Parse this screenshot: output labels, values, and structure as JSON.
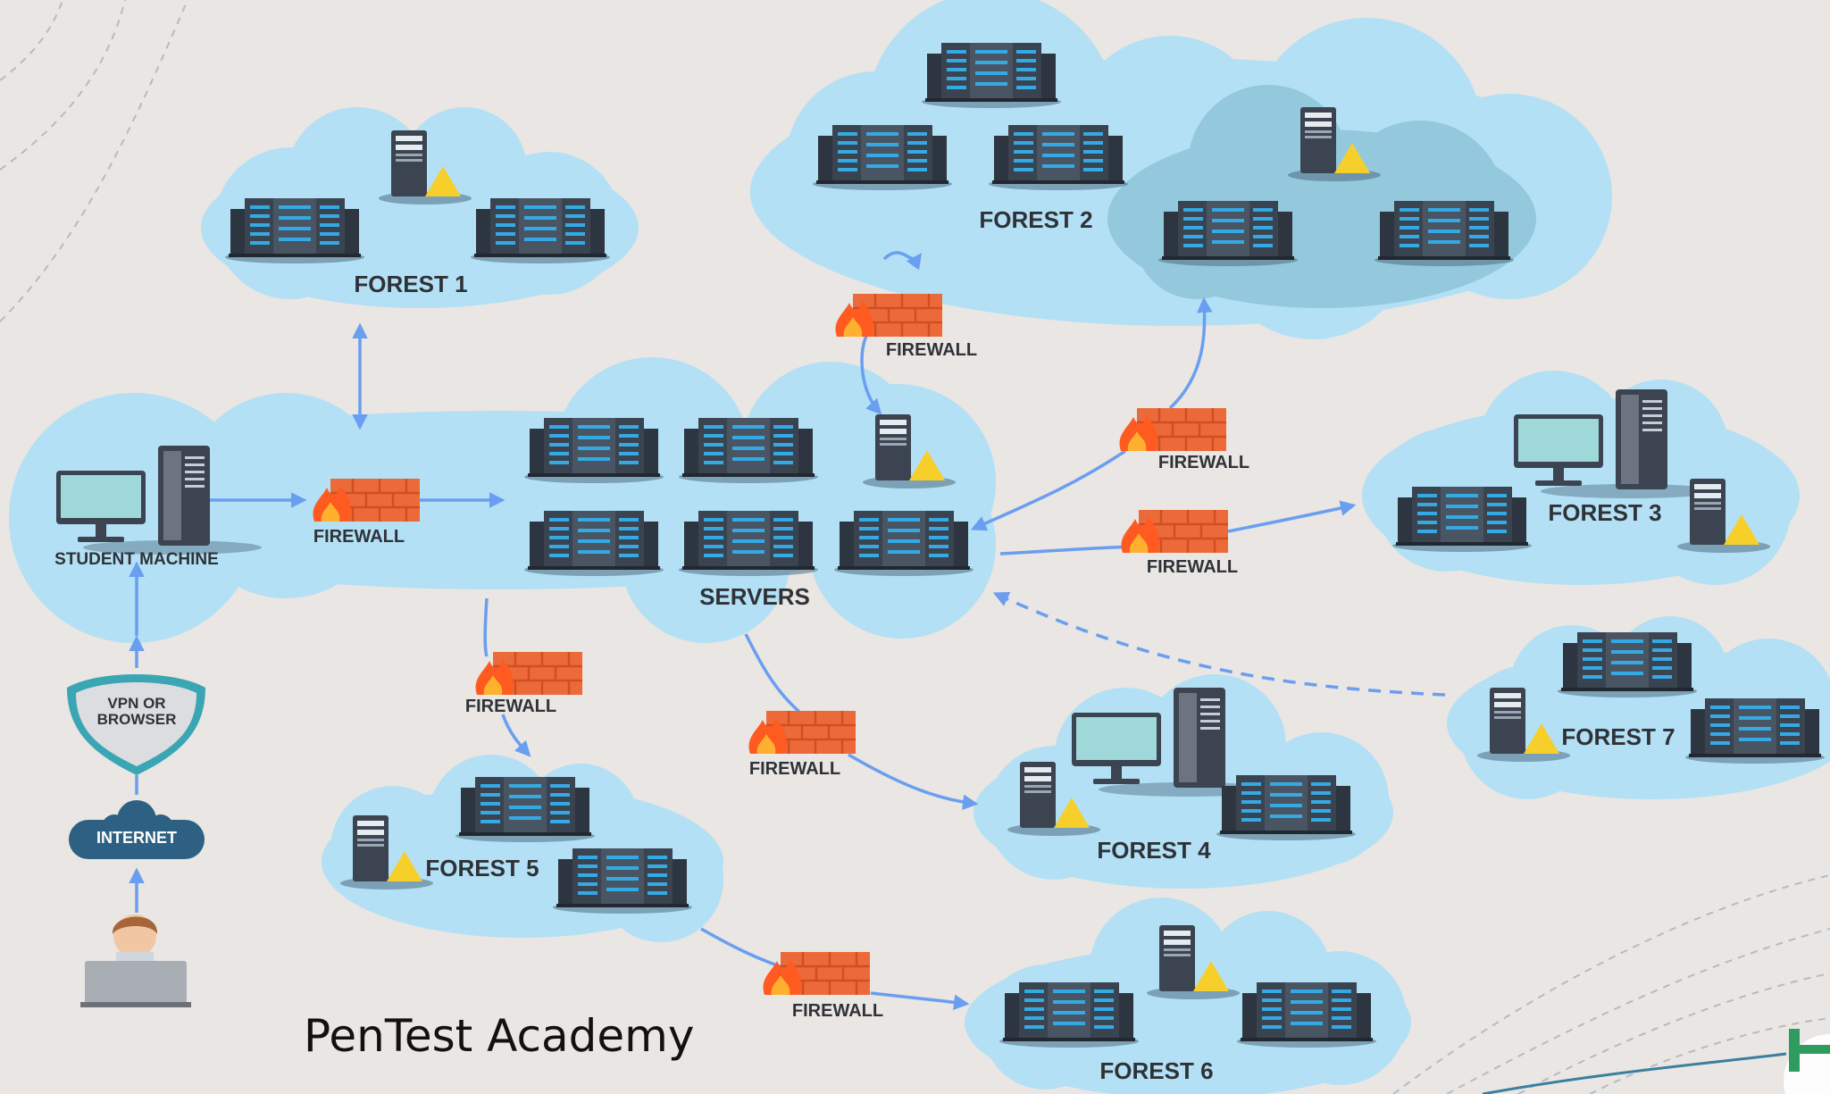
{
  "labels": {
    "forest1": "FOREST 1",
    "forest2": "FOREST 2",
    "forest3": "FOREST 3",
    "forest4": "FOREST 4",
    "forest5": "FOREST 5",
    "forest6": "FOREST 6",
    "forest7": "FOREST 7",
    "servers": "SERVERS",
    "student_machine": "STUDENT MACHINE",
    "vpn_line1": "VPN OR",
    "vpn_line2": "BROWSER",
    "internet": "INTERNET",
    "firewall": "FIREWALL",
    "brand": "PenTest Academy"
  },
  "colors": {
    "background": "#e9e6e3",
    "cloud": "#b3e0f5",
    "cloud_inner": "#94c8dd",
    "arrow": "#6a9ef0",
    "firewall_brick": "#ec6a3a",
    "flame": "#ff5a1f",
    "warning": "#f6cf2a",
    "internet_cloud": "#2d6083",
    "teal_accent": "#3aa6b4"
  },
  "icons": [
    "server-rack-icon",
    "server-tower-icon",
    "warning-icon",
    "firewall-icon",
    "monitor-icon",
    "shield-icon",
    "cloud-icon",
    "user-icon"
  ]
}
